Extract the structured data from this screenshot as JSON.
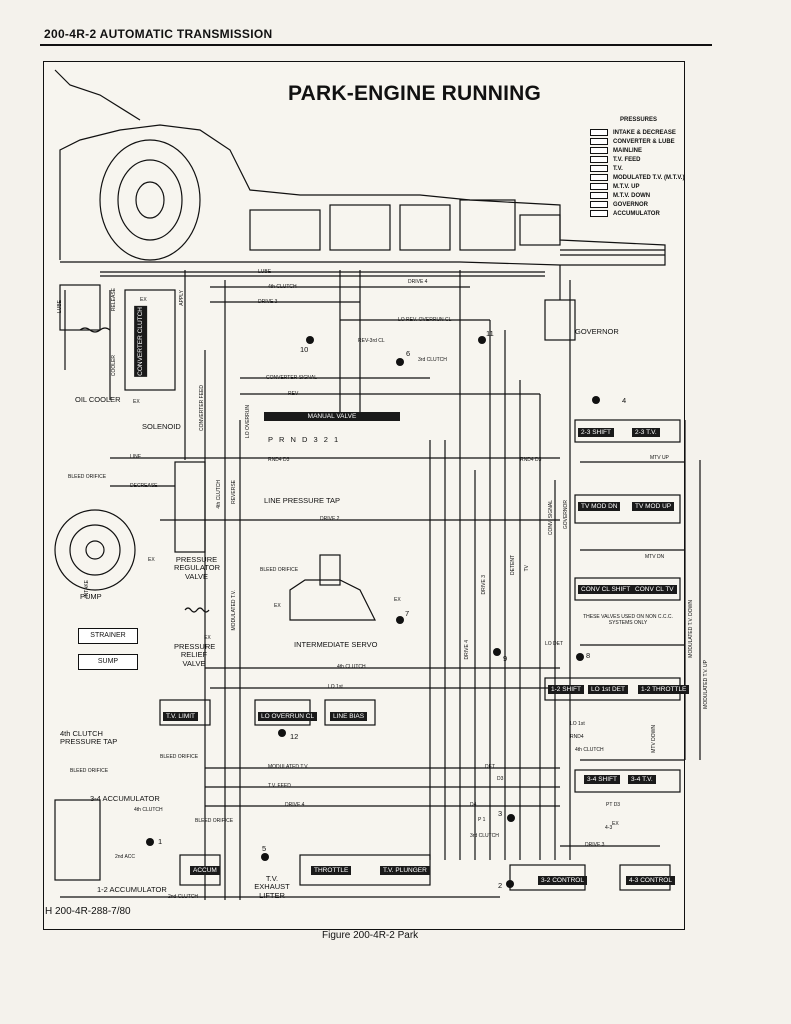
{
  "header": {
    "text": "200-4R-2 AUTOMATIC TRANSMISSION"
  },
  "diagram": {
    "title": "PARK-ENGINE RUNNING",
    "legend_heading": "PRESSURES",
    "legend": [
      "INTAKE & DECREASE",
      "CONVERTER & LUBE",
      "MAINLINE",
      "T.V. FEED",
      "T.V.",
      "MODULATED T.V. (M.T.V.)",
      "M.T.V. UP",
      "M.T.V. DOWN",
      "GOVERNOR",
      "ACCUMULATOR"
    ],
    "labels": {
      "lube": "LUBE",
      "clutch4": "4th CLUTCH",
      "drive3": "DRIVE 3",
      "drive4": "DRIVE 4",
      "lo_rev_overrun": "LO REV. OVERRUN CL",
      "rev_3rd": "REV-3rd CL",
      "third_clutch": "3rd CLUTCH",
      "converter_signal": "CONVERTER SIGNAL",
      "rev": "REV",
      "governor": "GOVERNOR",
      "oil_cooler": "OIL COOLER",
      "solenoid": "SOLENOID",
      "manual_valve": "MANUAL VALVE",
      "prnd": "P R N D 3 2 1",
      "line_pressure_tap": "LINE PRESSURE TAP",
      "bleed_orifice": "BLEED ORIFICE",
      "decrease": "DECREASE",
      "line": "LINE",
      "pressure_regulator": "PRESSURE REGULATOR VALVE",
      "pump": "PUMP",
      "strainer": "STRAINER",
      "sump": "SUMP",
      "pressure_relief": "PRESSURE RELIEF VALVE",
      "intermediate_servo": "INTERMEDIATE SERVO",
      "drive2": "DRIVE 2",
      "clutch4_tap": "4th CLUTCH PRESSURE TAP",
      "acc34": "3-4 ACCUMULATOR",
      "acc12": "1-2 ACCUMULATOR",
      "tv_limit": "T.V. LIMIT",
      "lo_overrun": "LO OVERRUN CL",
      "line_bias": "LINE BIAS",
      "accum": "ACCUM",
      "throttle": "THROTTLE",
      "tv_plunger": "T.V. PLUNGER",
      "tv_exhaust_lifter": "T.V. EXHAUST LIFTER",
      "modulated_tv": "MODULATED T.V.",
      "tv_feed": "T.V. FEED",
      "shift23": "2-3 SHIFT",
      "tv23": "2-3 T.V.",
      "mtv_up": "MTV UP",
      "tv_mod_dn": "TV MOD DN",
      "tv_mod_up": "TV MOD UP",
      "mtv_dn": "MTV DN",
      "conv_cl_shift": "CONV CL SHIFT",
      "conv_cl_tv": "CONV CL TV",
      "non_ccc": "THESE VALVES USED ON NON C.C.C. SYSTEMS ONLY",
      "shift12": "1-2 SHIFT",
      "lo_1st_det": "LO 1st DET",
      "throttle12": "1-2 THROTTLE",
      "shift34": "3-4 SHIFT",
      "tv34": "3-4 T.V.",
      "control32": "3-2 CONTROL",
      "control43": "4-3 CONTROL",
      "lo_det": "LO DET",
      "rnd4_d3": "RND4 D3",
      "lo1st": "LO 1st",
      "lo": "LO",
      "rnd4": "RND4",
      "det": "DET",
      "d3": "D3",
      "d4": "D4",
      "clutch4_b": "4th CLUTCH",
      "pt_d3": "PT D3",
      "p1": "P 1",
      "drive3_b": "DRIVE 3",
      "four3": "4-3",
      "clutch3_b": "3rd CLUTCH",
      "second_acc": "2nd ACC",
      "bleed_orifice2": "BLEED ORIFICE",
      "second_clutch": "2nd CLUTCH",
      "release": "RELEASE",
      "apply": "APPLY",
      "cooler": "COOLER",
      "converter_clutch": "CONVERTER CLUTCH",
      "converter_feed": "CONVERTER FEED",
      "lo_overrun_v": "LO OVERRUN",
      "reverse": "REVERSE",
      "clutch4_v": "4th CLUTCH",
      "modulated_tv_v": "MODULATED T.V.",
      "drive4_v": "DRIVE 4",
      "drive3_v": "DRIVE 3",
      "conv_signal_v": "CONV. SIGNAL",
      "governor_v": "GOVERNOR",
      "detent_v": "DETENT",
      "tv_v": "TV",
      "mtv_down_v": "MTV DOWN",
      "mtv_up_v": "MODULATED T.V. UP",
      "tv_down": "MODULATED T.V. DOWN",
      "ex": "EX",
      "intake": "INTAKE",
      "rnd4_d3b": "RND4 D3",
      "n1": "1",
      "n2": "2",
      "n3": "3",
      "n4": "4",
      "n5": "5",
      "n6": "6",
      "n7": "7",
      "n8": "8",
      "n9": "9",
      "n10": "10",
      "n11": "11",
      "n12": "12"
    }
  },
  "footer": {
    "code": "H 200-4R-288-7/80",
    "caption": "Figure 200-4R-2 Park"
  }
}
